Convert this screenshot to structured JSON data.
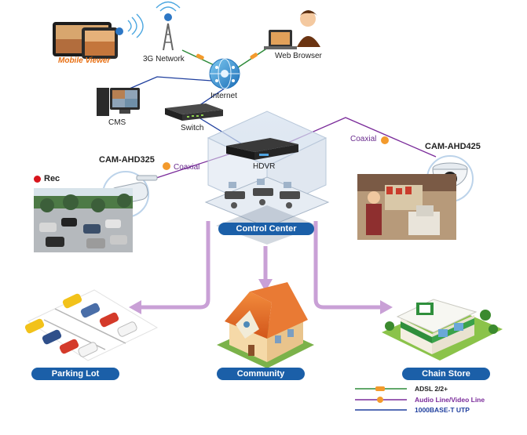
{
  "nodes": {
    "mobile_viewer": "Mobile Viewer",
    "network_3g": "3G Network",
    "web_browser": "Web Browser",
    "internet": "Internet",
    "cms": "CMS",
    "switch": "Switch",
    "hdvr": "HDVR",
    "cam_left": "CAM-AHD325",
    "cam_right": "CAM-AHD425",
    "rec": "Rec",
    "coaxial_left": "Coaxial",
    "coaxial_right": "Coaxial",
    "control_center": "Control Center"
  },
  "destinations": {
    "parking_lot": "Parking Lot",
    "community": "Community",
    "chain_store": "Chain Store"
  },
  "legend": [
    {
      "label": "ADSL 2/2+",
      "color": "#2e8b3a"
    },
    {
      "label": "Audio Line/Video Line",
      "color": "#7a2b9a"
    },
    {
      "label": "1000BASE-T UTP",
      "color": "#1f3f9e"
    }
  ],
  "colors": {
    "adsl": "#2e8b3a",
    "coax": "#7a2b9a",
    "utp": "#1f3f9e",
    "arrow": "#c9a0d6",
    "pill": "#1b5fa8",
    "mobile_label": "#e86f12"
  }
}
